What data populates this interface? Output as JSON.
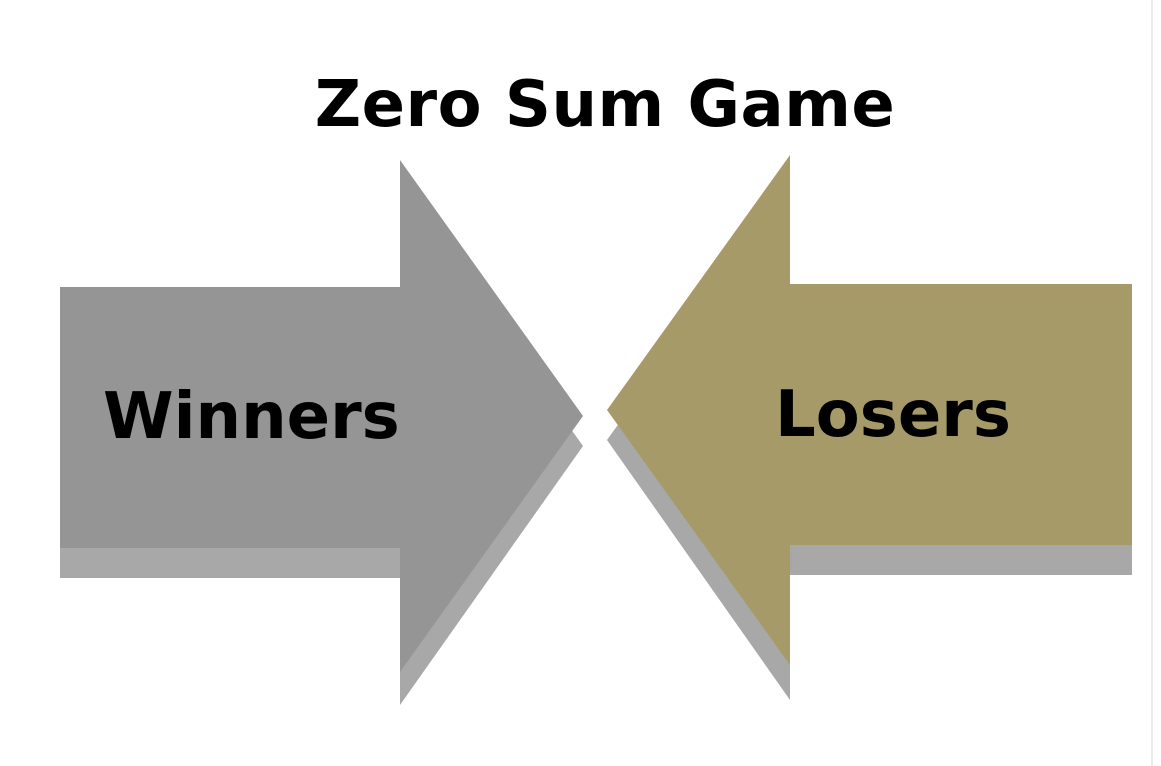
{
  "title": "Zero Sum Game",
  "arrows": {
    "left": {
      "label": "Winners",
      "color": "#959595",
      "shadow_color": "#a8a8a8",
      "direction": "right"
    },
    "right": {
      "label": "Losers",
      "color": "#a69b68",
      "shadow_color": "#a8a8a8",
      "direction": "left"
    }
  }
}
